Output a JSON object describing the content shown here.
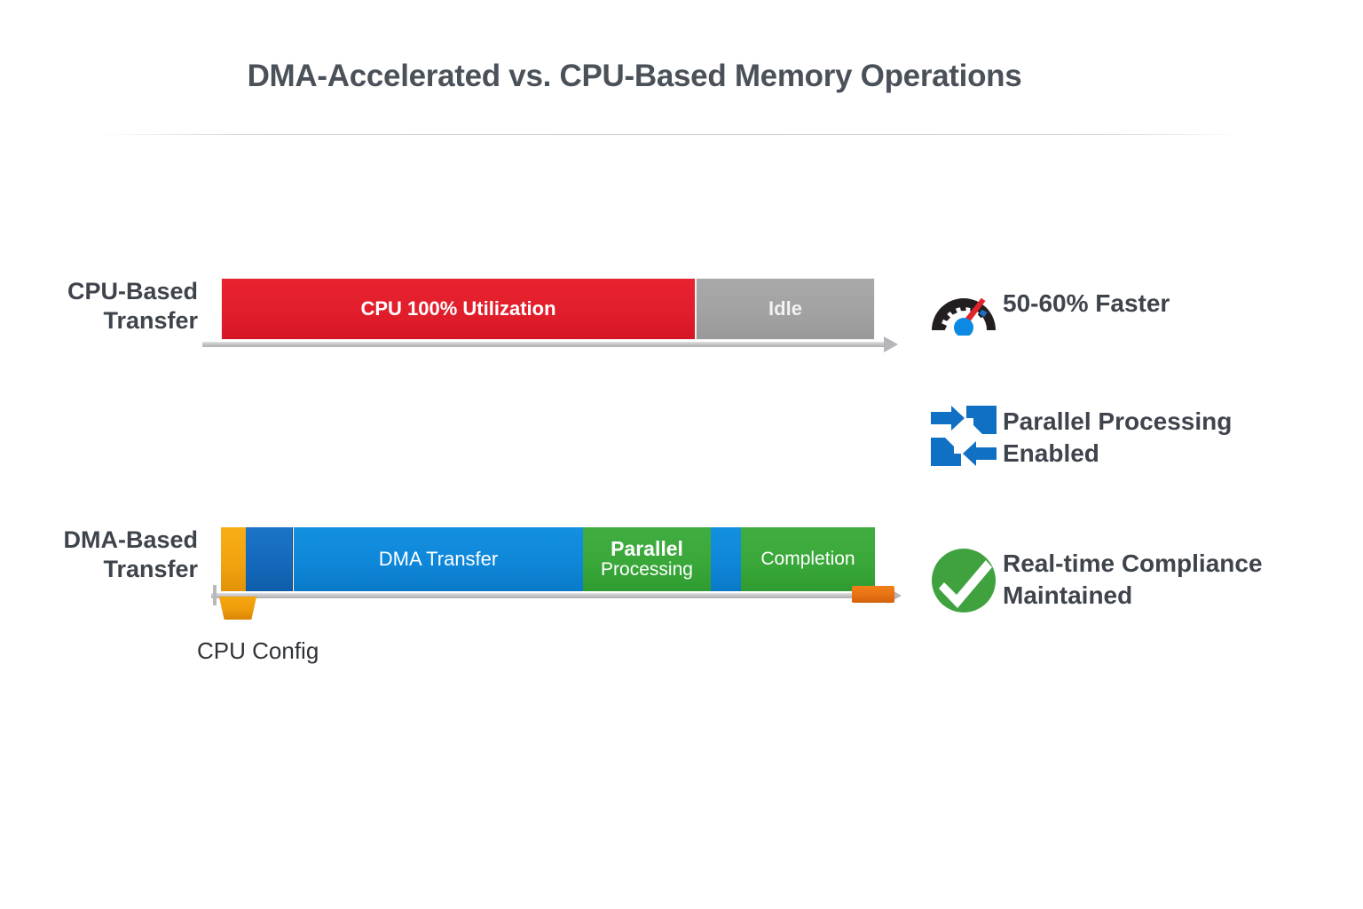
{
  "title": "DMA-Accelerated vs. CPU-Based Memory Operations",
  "rows": [
    {
      "label": "CPU-Based\nTransfer",
      "segments": [
        {
          "name": "cpu-utilization",
          "label": "CPU 100% Utilization",
          "color": "#e21e2c"
        },
        {
          "name": "idle",
          "label": "Idle",
          "color": "#a2a2a2"
        }
      ]
    },
    {
      "label": "DMA-Based\nTransfer",
      "segments": [
        {
          "name": "cpu-config",
          "label": "",
          "color": "#f2a310"
        },
        {
          "name": "setup",
          "label": "",
          "color": "#1569bd"
        },
        {
          "name": "dma-transfer",
          "label": "DMA Transfer",
          "color": "#0f87d9"
        },
        {
          "name": "parallel-processing",
          "label_top": "Parallel",
          "label_bottom": "Processing",
          "color": "#39a839"
        },
        {
          "name": "sync",
          "label": "",
          "color": "#0f87d9"
        },
        {
          "name": "completion",
          "label": "Completion",
          "color": "#39a839"
        }
      ],
      "callout": "CPU Config"
    }
  ],
  "benefits": [
    {
      "icon": "gauge-icon",
      "text": "50-60% Faster"
    },
    {
      "icon": "parallel-arrows-icon",
      "text": "Parallel Processing\nEnabled"
    },
    {
      "icon": "check-circle-icon",
      "text": "Real-time Compliance\nMaintained"
    }
  ],
  "colors": {
    "background": "#ffffff",
    "title_text": "#4a5159",
    "label_text": "#3f444c",
    "red": "#e21e2c",
    "gray": "#a2a2a2",
    "blue": "#0f87d9",
    "blue_dark": "#1569bd",
    "green": "#39a839",
    "orange": "#f2a310",
    "orange_dark": "#e87214",
    "axis": "#c9c9cc"
  }
}
